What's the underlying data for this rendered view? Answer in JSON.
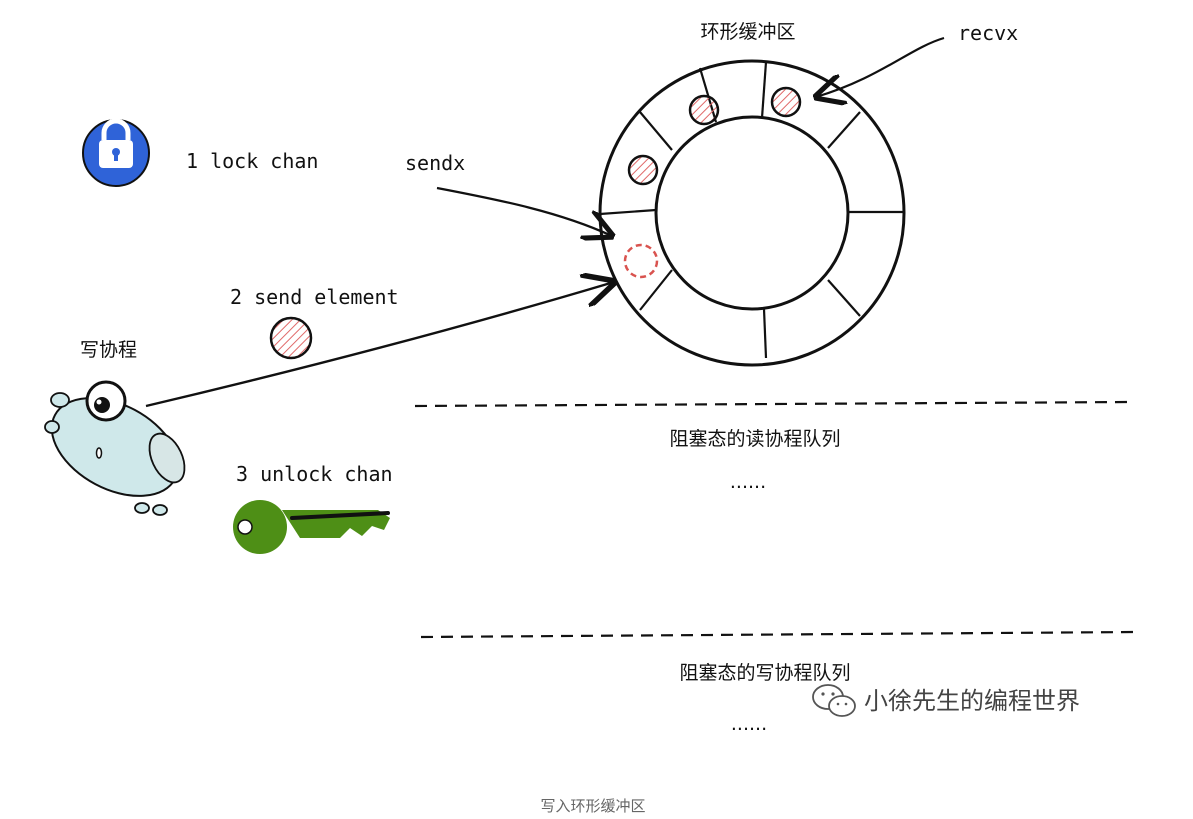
{
  "ring_buffer": {
    "title": "环形缓冲区",
    "recvx_label": "recvx",
    "sendx_label": "sendx"
  },
  "steps": [
    {
      "label": "1 lock chan",
      "icon": "lock-icon"
    },
    {
      "label": "2 send element",
      "icon": "element-icon"
    },
    {
      "label": "3 unlock chan",
      "icon": "key-icon"
    }
  ],
  "writer": {
    "label": "写协程",
    "icon": "gopher-icon"
  },
  "read_queue": {
    "label": "阻塞态的读协程队列",
    "ellipsis": "......"
  },
  "write_queue": {
    "label": "阻塞态的写协程队列",
    "ellipsis": "......"
  },
  "watermark": {
    "text": "小徐先生的编程世界",
    "icon": "wechat-icon"
  },
  "caption": "写入环形缓冲区",
  "colors": {
    "lock_blue": "#2f63d8",
    "key_green": "#4e8f16",
    "element_red": "#d9534f",
    "gopher_body": "#cfe8ea"
  }
}
